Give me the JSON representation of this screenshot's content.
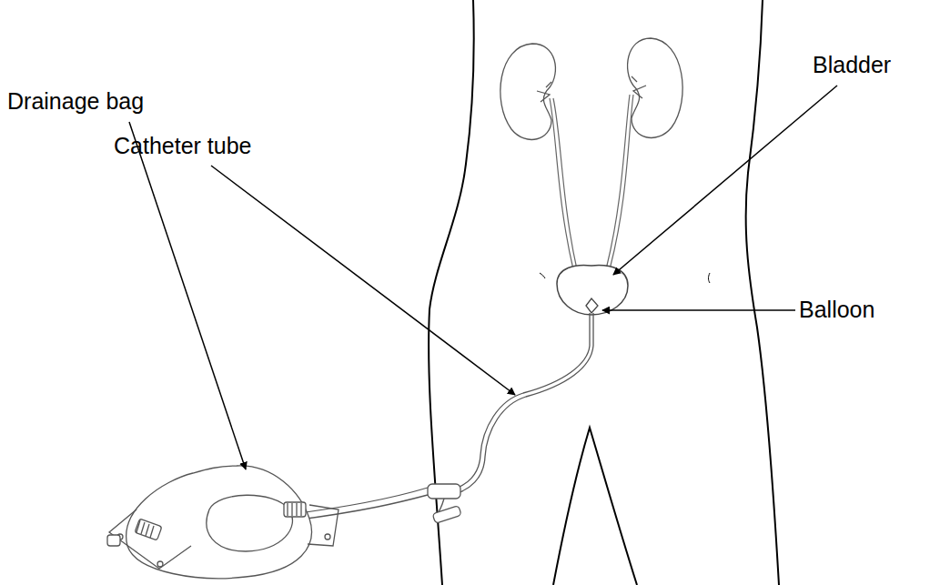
{
  "diagram": {
    "labels": [
      "Bladder",
      "Catheter tube",
      "Balloon",
      "Drainage bag"
    ]
  }
}
